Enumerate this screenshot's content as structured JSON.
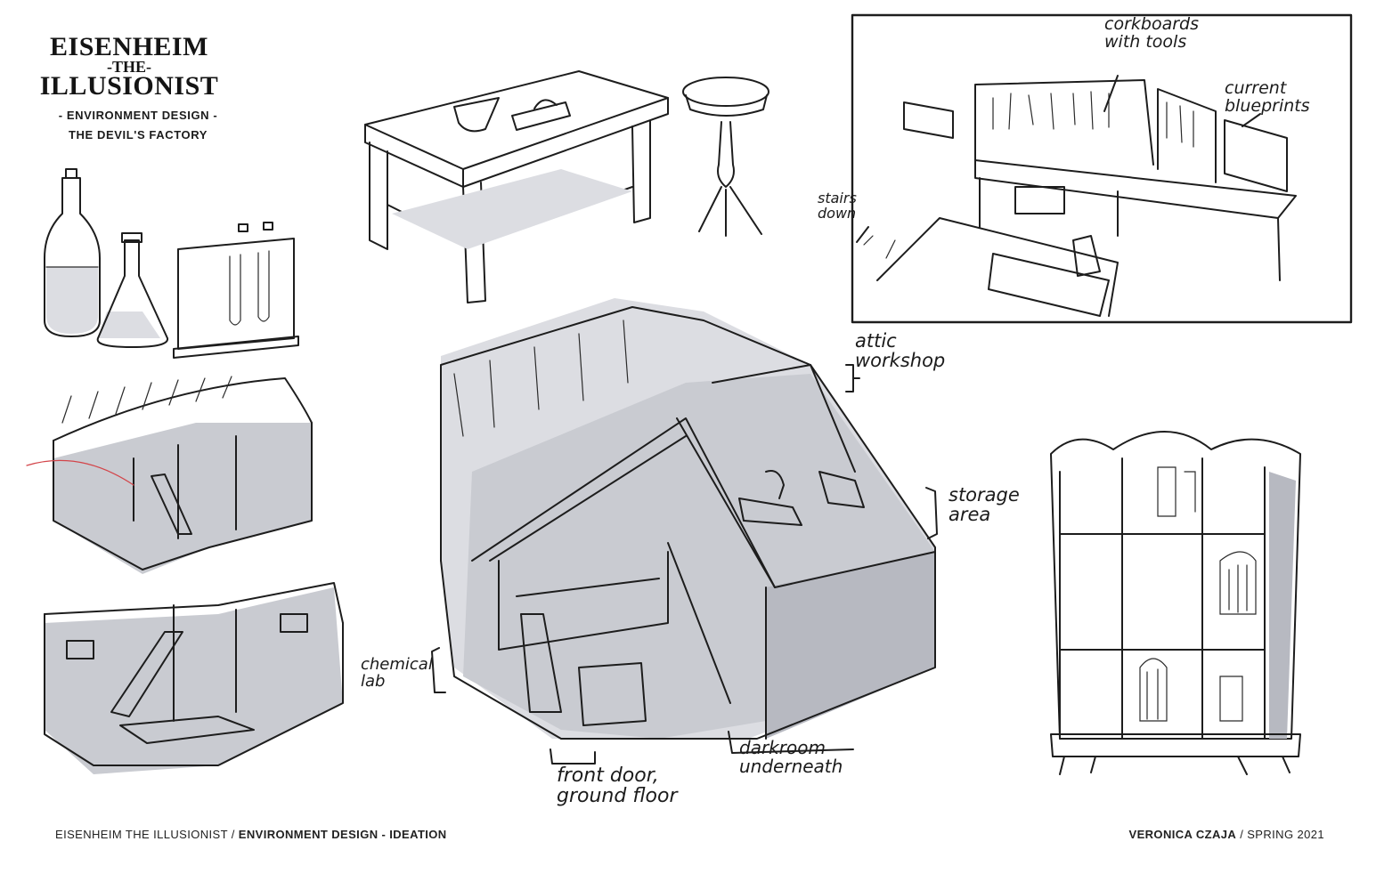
{
  "logo": {
    "line1": "EISENHEIM",
    "line2": "-THE-",
    "line3": "ILLUSIONIST"
  },
  "subtitle": {
    "line1": "- ENVIRONMENT DESIGN -",
    "line2": "THE DEVIL'S FACTORY"
  },
  "annotations": {
    "corkboards": "corkboards\nwith tools",
    "blueprints": "current\nblueprints",
    "stairs": "stairs\ndown",
    "attic": "attic\nworkshop",
    "storage": "storage\narea",
    "chemical": "chemical\nlab",
    "front_door": "front door,\nground floor",
    "darkroom": "darkroom\nunderneath"
  },
  "footer": {
    "left_plain": "EISENHEIM THE ILLUSIONIST / ",
    "left_bold": "ENVIRONMENT DESIGN - IDEATION",
    "right_bold": "VERONICA CZAJA",
    "right_plain": " / SPRING 2021"
  }
}
